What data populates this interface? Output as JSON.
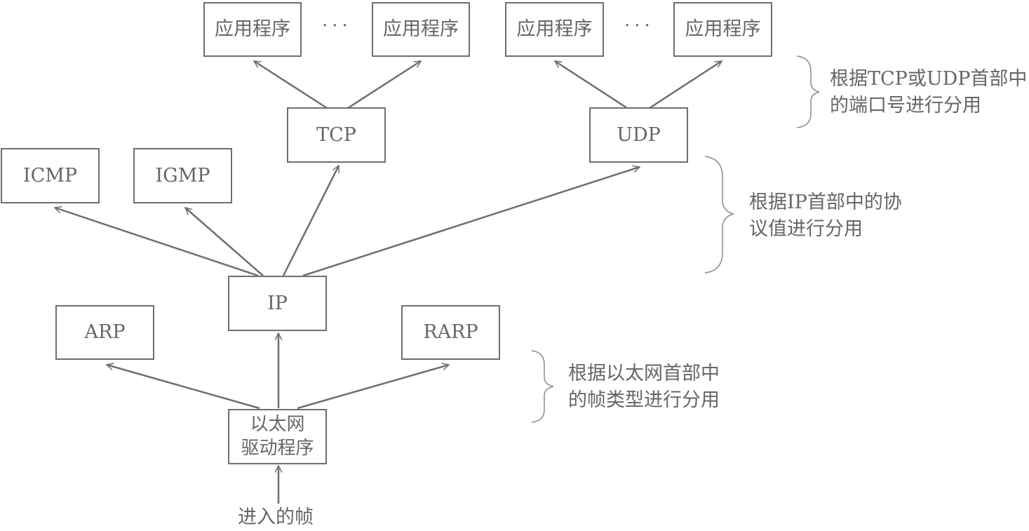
{
  "nodes": {
    "app1": "应用程序",
    "app2": "应用程序",
    "app3": "应用程序",
    "app4": "应用程序",
    "tcp": "TCP",
    "udp": "UDP",
    "icmp": "ICMP",
    "igmp": "IGMP",
    "ip": "IP",
    "arp": "ARP",
    "rarp": "RARP",
    "ethernet_driver": "以太网\n驱动程序"
  },
  "ellipsis": "···",
  "input_label": "进入的帧",
  "annotations": {
    "port_demux": "根据TCP或UDP首部中\n的端口号进行分用",
    "protocol_demux": "根据IP首部中的协\n议值进行分用",
    "frame_demux": "根据以太网首部中\n的帧类型进行分用"
  },
  "colors": {
    "line": "#6f6f6f",
    "text": "#666666",
    "brace": "#8a8a8a"
  }
}
